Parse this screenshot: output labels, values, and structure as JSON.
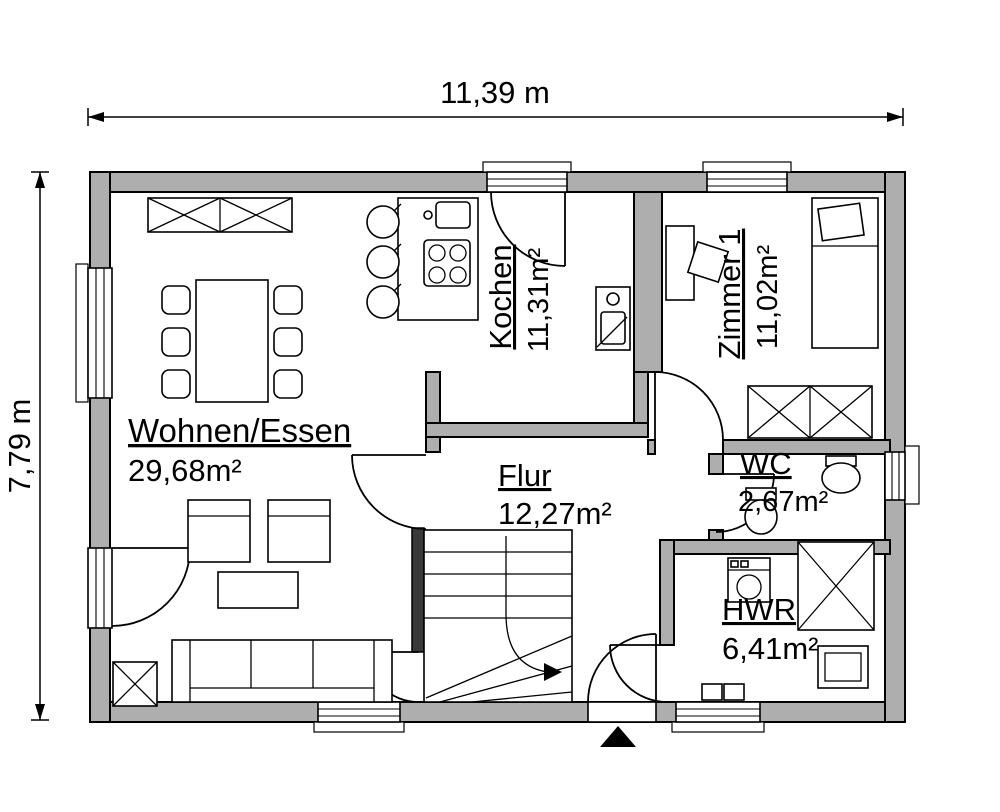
{
  "dimensions": {
    "width_label": "11,39 m",
    "height_label": "7,79 m"
  },
  "rooms": {
    "wohnen": {
      "name": "Wohnen/Essen",
      "area": "29,68m²"
    },
    "kochen": {
      "name": "Kochen",
      "area": "11,31m²"
    },
    "zimmer1": {
      "name": "Zimmer 1",
      "area": "11,02m²"
    },
    "wc": {
      "name": "WC",
      "area": "2,67m²"
    },
    "hwr": {
      "name": "HWR",
      "area": "6,41m²"
    },
    "flur": {
      "name": "Flur",
      "area": "12,27m²"
    }
  },
  "colors": {
    "wall_fill": "#aeaeae",
    "line": "#000000",
    "background": "#ffffff"
  }
}
